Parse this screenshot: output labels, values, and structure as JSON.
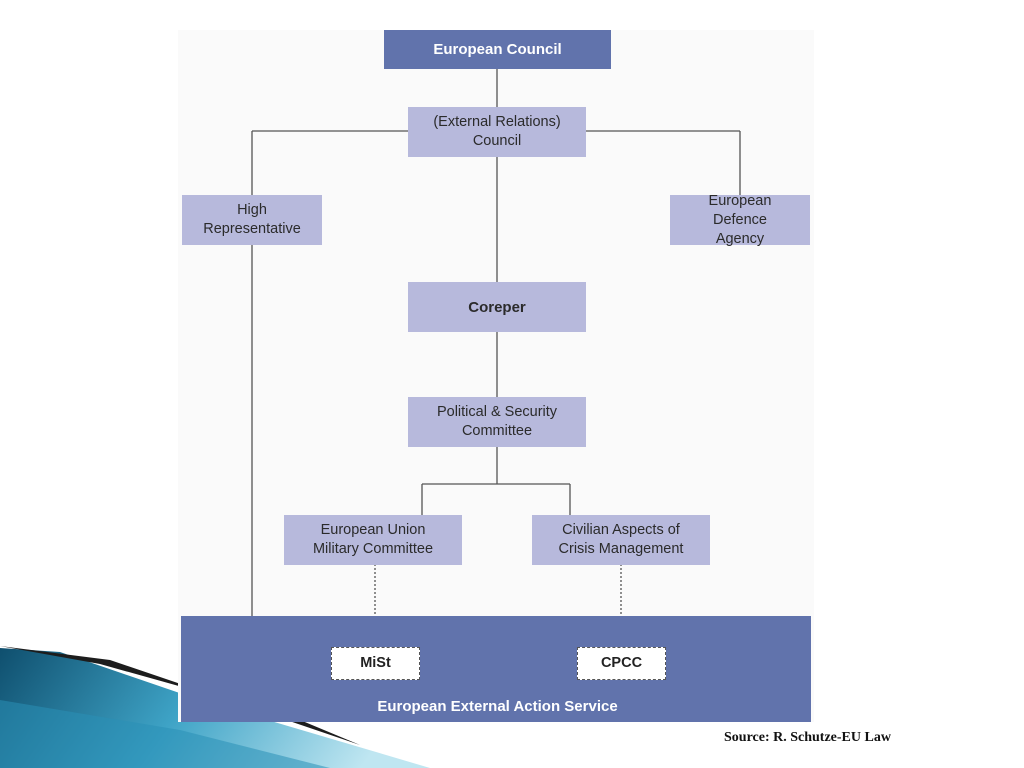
{
  "diagram": {
    "european_council": "European Council",
    "external_relations_council": "(External Relations) Council",
    "high_representative": "High Representative",
    "european_defence_agency": "European Defence Agency",
    "coreper": "Coreper",
    "political_security_committee": "Political & Security Committee",
    "eu_military_committee": "European Union Military Committee",
    "civilian_crisis_management": "Civilian Aspects of Crisis Management",
    "mist": "MiSt",
    "cpcc": "CPCC",
    "eeas": "European External Action Service"
  },
  "source": "Source: R. Schutze-EU Law",
  "colors": {
    "light_box": "#b7b9dc",
    "dark_box": "#6173ac",
    "connector": "#555555"
  }
}
